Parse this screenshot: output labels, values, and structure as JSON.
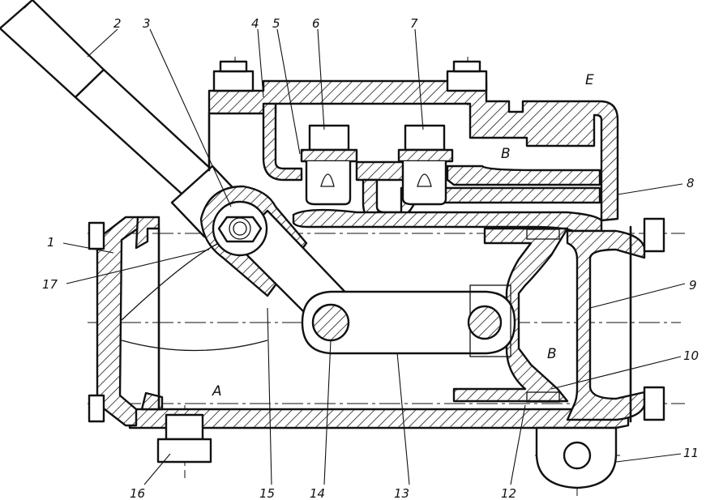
{
  "labels": {
    "n1": "1",
    "n2": "2",
    "n3": "3",
    "n4": "4",
    "n5": "5",
    "n6": "6",
    "n7": "7",
    "n8": "8",
    "n9": "9",
    "n10": "10",
    "n11": "11",
    "n12": "12",
    "n13": "13",
    "n14": "14",
    "n15": "15",
    "n16": "16",
    "n17": "17"
  },
  "cavities": {
    "A": "A",
    "B": "B",
    "V": "В",
    "E": "Е"
  }
}
